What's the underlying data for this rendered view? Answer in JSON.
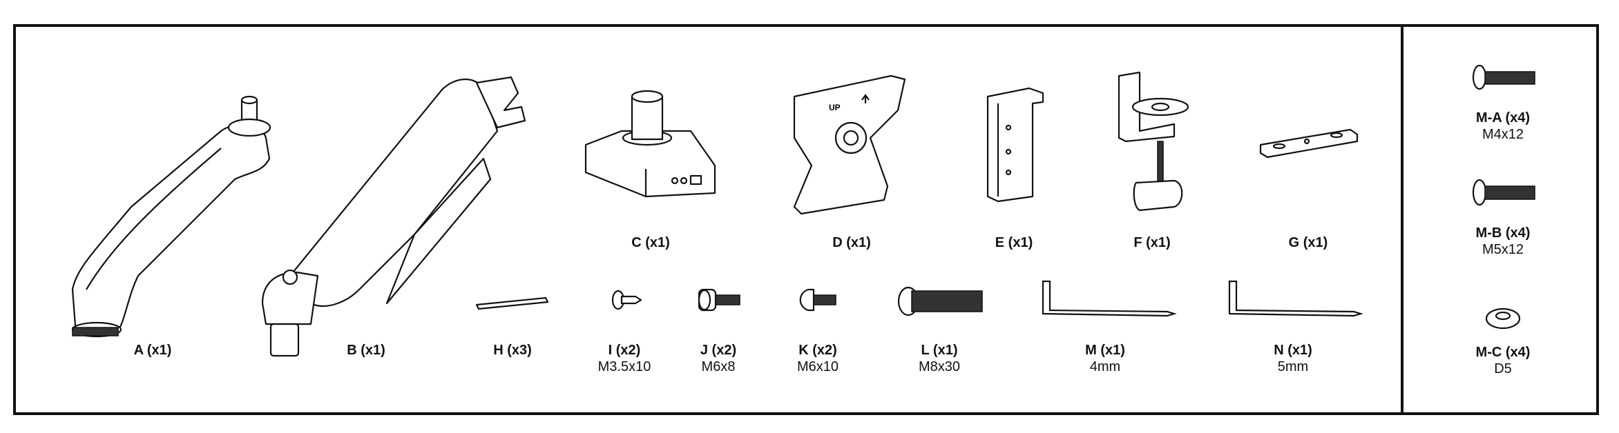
{
  "parts": [
    {
      "id": "A",
      "title": "A (x1)"
    },
    {
      "id": "B",
      "title": "B (x1)"
    },
    {
      "id": "C",
      "title": "C (x1)"
    },
    {
      "id": "D",
      "title": "D (x1)",
      "marking": "UP"
    },
    {
      "id": "E",
      "title": "E (x1)"
    },
    {
      "id": "F",
      "title": "F (x1)"
    },
    {
      "id": "G",
      "title": "G (x1)"
    },
    {
      "id": "H",
      "title": "H (x3)"
    },
    {
      "id": "I",
      "title": "I (x2)",
      "spec": "M3.5x10"
    },
    {
      "id": "J",
      "title": "J (x2)",
      "spec": "M6x8"
    },
    {
      "id": "K",
      "title": "K (x2)",
      "spec": "M6x10"
    },
    {
      "id": "L",
      "title": "L (x1)",
      "spec": "M8x30"
    },
    {
      "id": "M",
      "title": "M (x1)",
      "spec": "4mm"
    },
    {
      "id": "N",
      "title": "N (x1)",
      "spec": "5mm"
    }
  ],
  "side_parts": [
    {
      "id": "M-A",
      "title": "M-A (x4)",
      "spec": "M4x12"
    },
    {
      "id": "M-B",
      "title": "M-B (x4)",
      "spec": "M5x12"
    },
    {
      "id": "M-C",
      "title": "M-C (x4)",
      "spec": "D5"
    }
  ]
}
